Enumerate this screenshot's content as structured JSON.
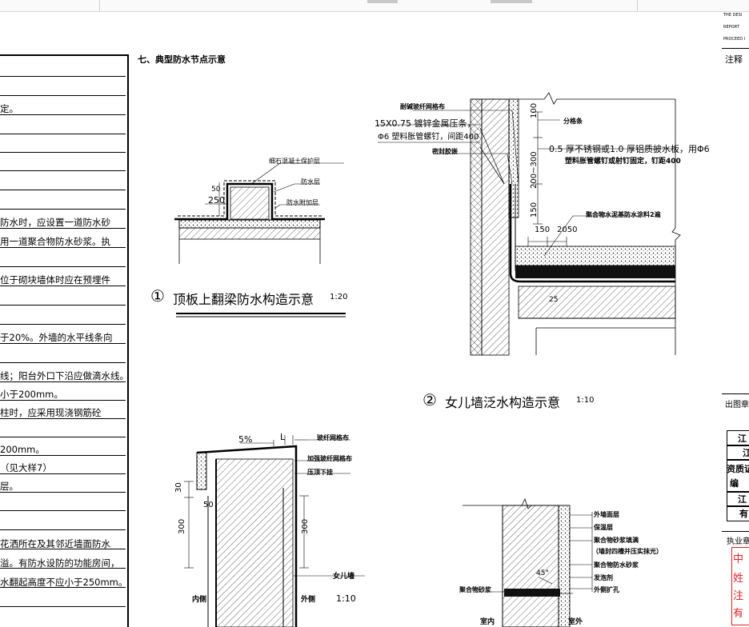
{
  "left_notes": {
    "lines": [
      "定。",
      "防水时，应设置一道防水砂",
      "用一道聚合物防水砂浆。执",
      "位于砌块墙体时应在预埋件",
      "于20%。外墙的水平线条向",
      "线；阳台外口下沿应做滴水线。",
      "小于200mm。",
      "柱时，应采用现浇钢筋砼",
      "200mm。",
      "（见大样7）",
      "层。",
      "花洒所在及其邻近墙面防水",
      "溢。有防水设防的功能房间，",
      "水翻起高度不应小于250mm。"
    ]
  },
  "section": {
    "title": "七、典型防水节点示意"
  },
  "detail1": {
    "caption_num": "①",
    "caption": "顶板上翻梁防水构造示意",
    "scale": "1:20",
    "labels": {
      "protect": "细石混凝土保护层",
      "layer": "防水层",
      "extra": "防水附加层",
      "dim_250": "250",
      "dim_50": "50"
    }
  },
  "detail2": {
    "caption_num": "②",
    "caption": "女儿墙泛水构造示意",
    "scale": "1:10",
    "labels": {
      "mesh": "耐碱玻纤网格布",
      "strip": "15X0.75  镀锌金属压条，",
      "nail": "Φ6 塑料胀管螺钉，间距400",
      "seal": "密封胶嵌",
      "joint": "分格条",
      "sheet1": "0.5 厚不锈钢或1.0 厚铝质披水板，用Φ6",
      "sheet2": "塑料胀管螺钉或射钉固定，钉距400",
      "coating": "聚合物水泥基防水涂料2遍",
      "d100": "100",
      "d200": "200~300",
      "d150": "150",
      "d150b": "150",
      "d2050": "2050",
      "d25": "25"
    }
  },
  "detail3": {
    "labels": {
      "slope": "5%",
      "L": "L",
      "mesh": "玻纤网格布",
      "mesh2": "加强玻纤网格布",
      "drip": "压顶下挂",
      "wall": "女儿墙",
      "inner": "内侧",
      "outer": "外侧",
      "scale": "1:10",
      "d30": "30",
      "d50": "50",
      "d300a": "300",
      "d300b": "300"
    }
  },
  "detail4": {
    "labels": {
      "l1": "外墙面层",
      "l2": "保温层",
      "l3": "聚合物砂浆填满",
      "l4": "（墙封四槽并压实抹光）",
      "l5": "聚合物防水砂浆",
      "l6": "发泡剂",
      "l7": "外侧扩孔",
      "left": "聚合物砂浆",
      "indoor": "室内",
      "outdoor": "室外",
      "angle": "45°"
    }
  },
  "right_block": {
    "header": [
      "THE DESI",
      "REPORT",
      "PROCEED I"
    ],
    "notes_label": "注释",
    "out_label": "出图章",
    "cells": [
      "江",
      "江",
      "资质证",
      "编",
      "江",
      "有"
    ],
    "exec_label": "执业章",
    "stamp_chars": [
      "中",
      "姓",
      "注",
      "有"
    ]
  }
}
